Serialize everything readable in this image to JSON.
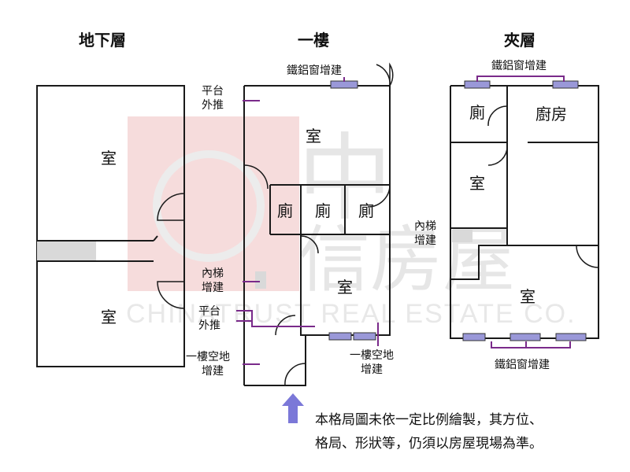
{
  "colors": {
    "wall": "#1a1a1a",
    "leader": "#7a2a8a",
    "window": "#9a98d8",
    "stair": "#d9d9d9",
    "arrow": "#7b78d8",
    "watermark_red": "#f4d6d6",
    "watermark_gray": "#e6e6e6"
  },
  "titles": {
    "basement": "地下層",
    "first_floor": "一樓",
    "mezzanine": "夾層"
  },
  "rooms": {
    "basement_top": "室",
    "basement_bottom": "室",
    "f1_top": "室",
    "f1_wc1": "廁",
    "f1_wc2": "廁",
    "f1_wc3": "廁",
    "f1_bottom": "室",
    "m_wc": "廁",
    "m_kitchen": "廚房",
    "m_room": "室",
    "m_bottom": "室"
  },
  "notes": {
    "f1_window_line1": "鐵鋁窗增建",
    "platform1_line1": "平台",
    "platform1_line2": "外推",
    "stair_line1": "內梯",
    "stair_line2": "增建",
    "platform2_line1": "平台",
    "platform2_line2": "外推",
    "yard_left_line1": "一樓空地",
    "yard_left_line2": "增建",
    "yard_right_line1": "一樓空地",
    "yard_right_line2": "增建",
    "m_window_top": "鐵鋁窗增建",
    "m_stair_line1": "內梯",
    "m_stair_line2": "增建",
    "m_window_bottom": "鐵鋁窗增建"
  },
  "watermark": {
    "brand_zh_1": "中",
    "brand_zh_2": "信房屋",
    "brand_en": "CHINATRUST REAL ESTATE CO."
  },
  "disclaimer": {
    "line1": "本格局圖未依一定比例繪製，其方位、",
    "line2": "格局、形狀等，仍須以房屋現場為準。"
  },
  "icons": {
    "entrance": "up-arrow-icon"
  }
}
